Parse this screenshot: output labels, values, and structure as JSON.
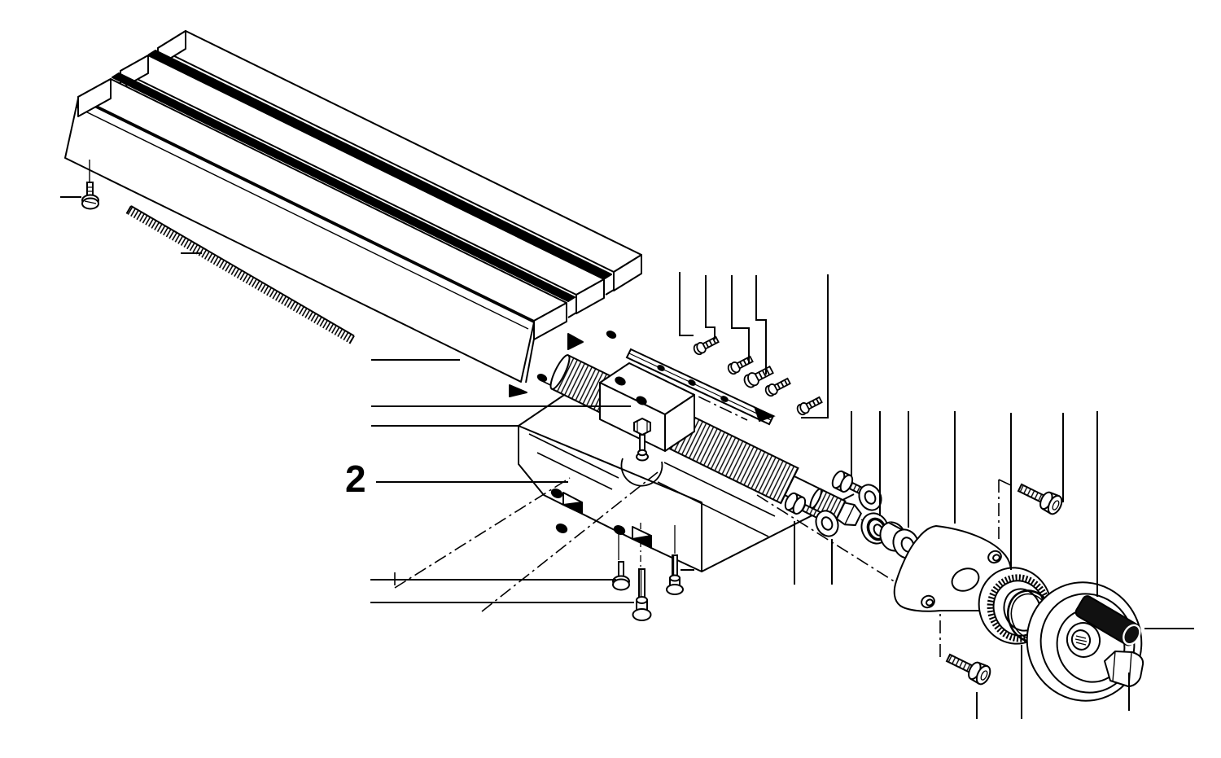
{
  "figure": {
    "type": "exploded-parts-diagram",
    "subject": "cross-slide-table-assembly",
    "background_color": "#ffffff",
    "line_color": "#000000",
    "handle_color": "#111111"
  },
  "callouts": {
    "item_label": "2"
  },
  "parts": [
    {
      "name": "t-slot-table"
    },
    {
      "name": "measuring-scale-strip"
    },
    {
      "name": "table-fixing-screw"
    },
    {
      "name": "saddle"
    },
    {
      "name": "leadscrew"
    },
    {
      "name": "leadscrew-nut-block"
    },
    {
      "name": "nut-clamp-screw"
    },
    {
      "name": "gib-strip"
    },
    {
      "name": "gib-adjusting-screws"
    },
    {
      "name": "socket-screw-with-washer-upper"
    },
    {
      "name": "socket-screw-with-washer-lower"
    },
    {
      "name": "ball-bearing"
    },
    {
      "name": "spacer-bushing"
    },
    {
      "name": "bearing-bracket"
    },
    {
      "name": "bracket-socket-screw-upper"
    },
    {
      "name": "bracket-socket-screw-lower"
    },
    {
      "name": "graduated-dial"
    },
    {
      "name": "o-ring"
    },
    {
      "name": "handwheel"
    },
    {
      "name": "handwheel-handle"
    },
    {
      "name": "cap-nut"
    },
    {
      "name": "saddle-base-screws"
    }
  ]
}
